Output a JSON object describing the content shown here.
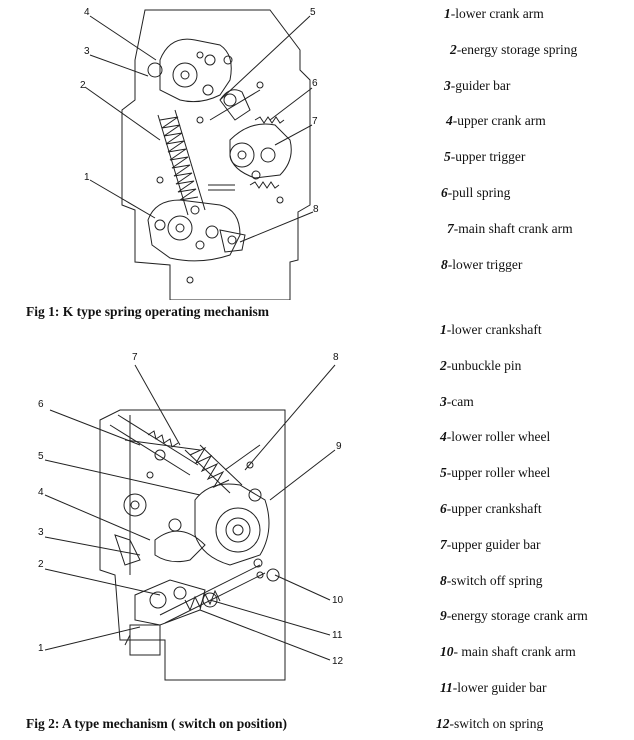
{
  "figure1": {
    "caption": "Fig 1: K type spring operating mechanism",
    "callouts": [
      "1",
      "2",
      "3",
      "4",
      "5",
      "6",
      "7",
      "8"
    ],
    "legend": [
      {
        "num": "1",
        "label": "lower crank arm"
      },
      {
        "num": "2",
        "label": "energy storage spring"
      },
      {
        "num": "3",
        "label": "guider bar"
      },
      {
        "num": "4",
        "label": "upper crank arm"
      },
      {
        "num": "5",
        "label": "upper trigger"
      },
      {
        "num": "6",
        "label": "pull spring"
      },
      {
        "num": "7",
        "label": "main shaft crank arm"
      },
      {
        "num": "8",
        "label": "lower trigger"
      }
    ]
  },
  "figure2": {
    "caption": "Fig 2: A type mechanism ( switch  on position)",
    "callouts": [
      "1",
      "2",
      "3",
      "4",
      "5",
      "6",
      "7",
      "8",
      "9",
      "10",
      "11",
      "12"
    ],
    "legend": [
      {
        "num": "1",
        "label": "lower crankshaft"
      },
      {
        "num": "2",
        "label": "unbuckle pin"
      },
      {
        "num": "3",
        "label": "cam"
      },
      {
        "num": "4",
        "label": "lower roller wheel"
      },
      {
        "num": "5",
        "label": "upper roller wheel"
      },
      {
        "num": "6",
        "label": "upper crankshaft"
      },
      {
        "num": "7",
        "label": "upper guider bar"
      },
      {
        "num": "8",
        "label": "switch off spring"
      },
      {
        "num": "9",
        "label": "energy storage crank arm"
      },
      {
        "num": "10",
        "label": " main shaft crank arm"
      },
      {
        "num": "11",
        "label": "lower guider bar"
      },
      {
        "num": "12",
        "label": "switch on spring"
      }
    ]
  }
}
